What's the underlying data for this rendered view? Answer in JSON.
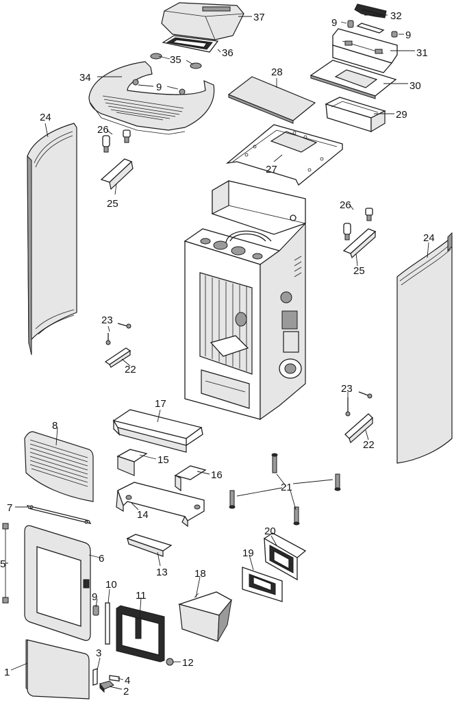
{
  "diagram": {
    "labels": {
      "l1": "1",
      "l2": "2",
      "l3": "3",
      "l4": "4",
      "l5": "5",
      "l6": "6",
      "l7": "7",
      "l8": "8",
      "l9a": "9",
      "l9b": "9",
      "l9c": "9",
      "l9d": "9",
      "l10": "10",
      "l11": "11",
      "l12": "12",
      "l13": "13",
      "l14": "14",
      "l15": "15",
      "l16": "16",
      "l17": "17",
      "l18": "18",
      "l19": "19",
      "l20": "20",
      "l21": "21",
      "l22a": "22",
      "l22b": "22",
      "l23a": "23",
      "l23b": "23",
      "l24a": "24",
      "l24b": "24",
      "l25a": "25",
      "l25b": "25",
      "l26a": "26",
      "l26b": "26",
      "l27": "27",
      "l28": "28",
      "l29": "29",
      "l30": "30",
      "l31": "31",
      "l32": "32",
      "l34": "34",
      "l35": "35",
      "l36": "36",
      "l37": "37"
    }
  }
}
